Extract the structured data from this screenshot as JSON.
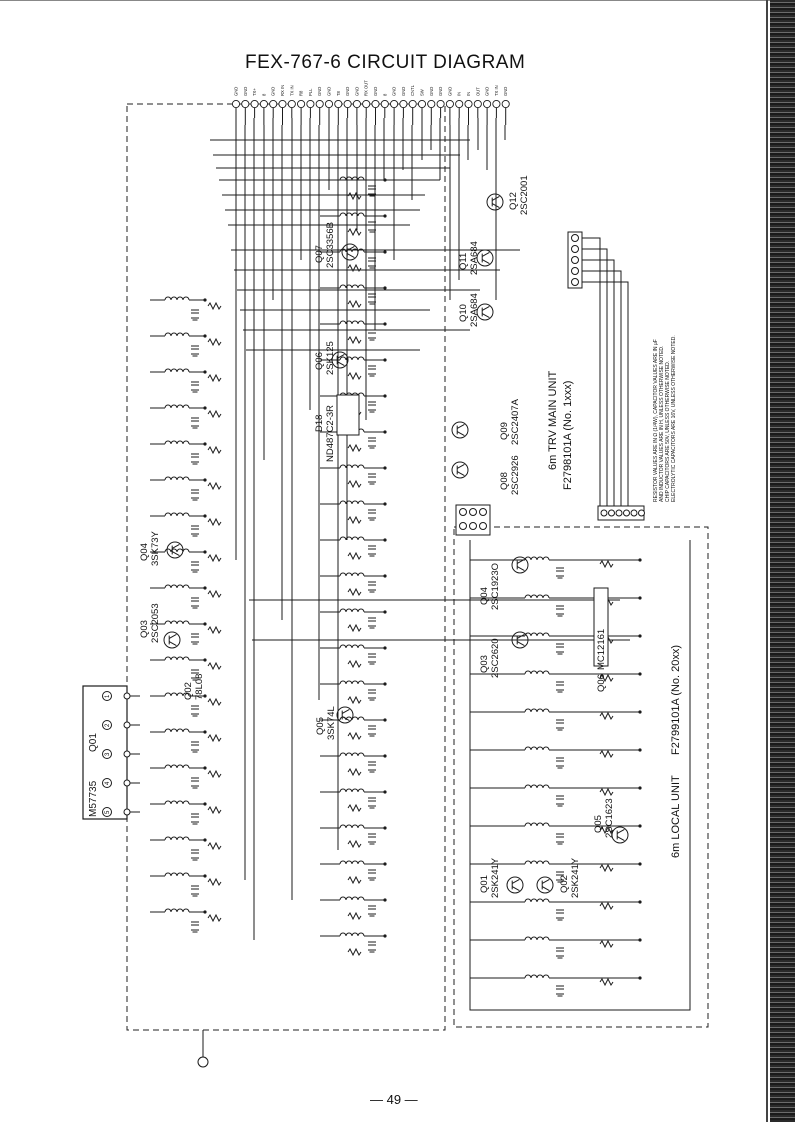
{
  "title": "FEX-767-6 CIRCUIT DIAGRAM",
  "page_number": "— 49 —",
  "main_unit": {
    "name": "6m TRV MAIN UNIT",
    "part": "F2798101A (No. 1xxx)"
  },
  "local_unit": {
    "name": "6m LOCAL UNIT",
    "part": "F2799101A (No. 20xx)"
  },
  "notes": [
    "RESISTOR VALUES ARE IN Ω (1/4W), CAPACITOR VALUES ARE IN μF",
    "AND INDUCTOR VALUES ARE IN H, UNLESS OTHERWISE NOTED.",
    "CHIP CAPACITORS ARE 50V, UNLESS OTHERWISE NOTED.",
    "ELECTROLYTIC CAPACITORS ARE 16V, UNLESS OTHERWISE NOTED."
  ],
  "main_transistors": [
    {
      "ref": "Q01",
      "part": "M57735"
    },
    {
      "ref": "Q02",
      "part": "78L08"
    },
    {
      "ref": "Q03",
      "part": "2SC2053"
    },
    {
      "ref": "Q04",
      "part": "3SK73Y"
    },
    {
      "ref": "Q05",
      "part": "3SK74L"
    },
    {
      "ref": "Q06",
      "part": "2SK125"
    },
    {
      "ref": "Q07",
      "part": "2SC3356B"
    },
    {
      "ref": "Q08",
      "part": "2SC2926"
    },
    {
      "ref": "Q09",
      "part": "2SC2407A"
    },
    {
      "ref": "Q10",
      "part": "2SA684"
    },
    {
      "ref": "Q11",
      "part": "2SA684"
    },
    {
      "ref": "Q12",
      "part": "2SC2001"
    },
    {
      "ref": "D18",
      "part": "ND487C2-3R"
    }
  ],
  "local_transistors": [
    {
      "ref": "Q01",
      "part": "2SK241Y"
    },
    {
      "ref": "Q02",
      "part": "2SK241Y"
    },
    {
      "ref": "Q03",
      "part": "2SC2620"
    },
    {
      "ref": "Q04",
      "part": "2SC1923O"
    },
    {
      "ref": "Q05",
      "part": "2SC1623"
    },
    {
      "ref": "Q06",
      "part": "MC12161"
    }
  ],
  "q01_pins": [
    "1",
    "2",
    "3",
    "4",
    "5"
  ],
  "top_connectors": [
    "GND",
    "GND",
    "TX+",
    "8",
    "GND",
    "RX IN",
    "TX IN",
    "R8",
    "PLL",
    "GND",
    "GND",
    "T8",
    "GND",
    "GND",
    "RX OUT",
    "GND",
    "8",
    "GND",
    "GND",
    "CNTL",
    "SW",
    "GND",
    "GND",
    "GND",
    "IN",
    "IN",
    "OUT",
    "GND",
    "TX IN",
    "GND"
  ]
}
